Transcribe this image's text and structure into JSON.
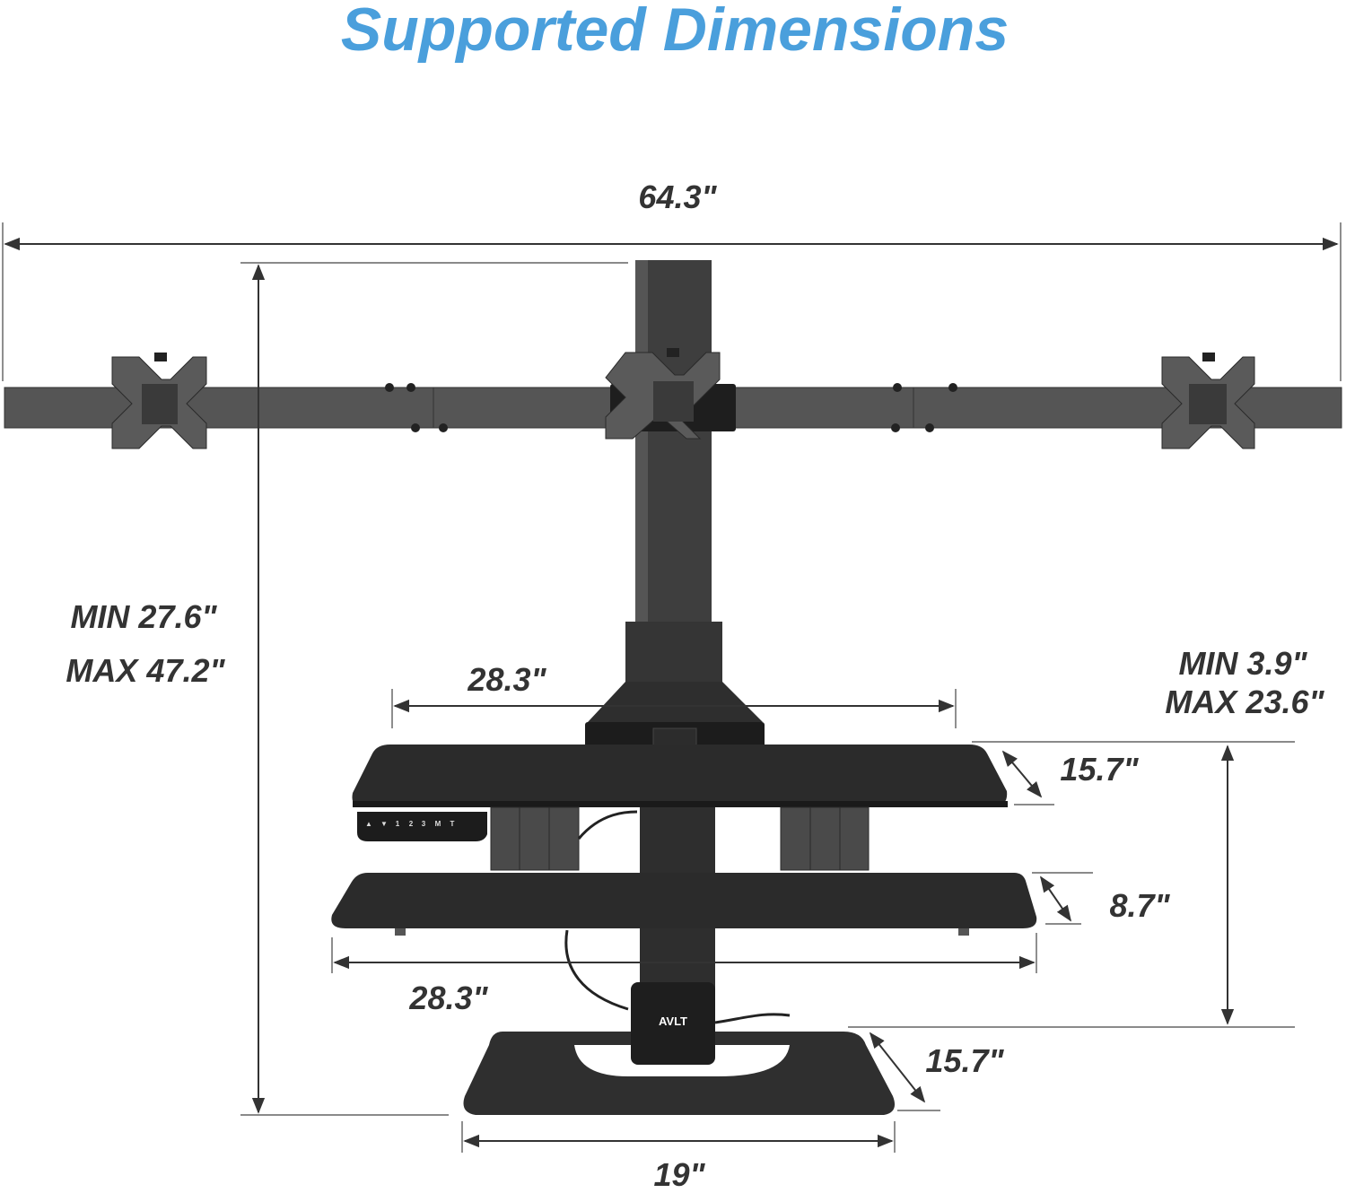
{
  "title": "Supported Dimensions",
  "colors": {
    "title": "#4a9fdc",
    "metal": "#4f4f4f",
    "desk": "#2f2f2f",
    "text": "#333333"
  },
  "dimensions": {
    "overall_width": "64.3\"",
    "height_min": "MIN 27.6\"",
    "height_max": "MAX 47.2\"",
    "top_desk_width": "28.3\"",
    "lift_min": "MIN 3.9\"",
    "lift_max": "MAX 23.6\"",
    "top_desk_depth": "15.7\"",
    "keyboard_tray_depth": "8.7\"",
    "keyboard_tray_width": "28.3\"",
    "base_depth": "15.7\"",
    "base_width": "19\""
  },
  "control_panel": {
    "buttons": [
      "▲",
      "▼",
      "1",
      "2",
      "3",
      "M",
      "T"
    ]
  },
  "brand_logo": "AVLT"
}
